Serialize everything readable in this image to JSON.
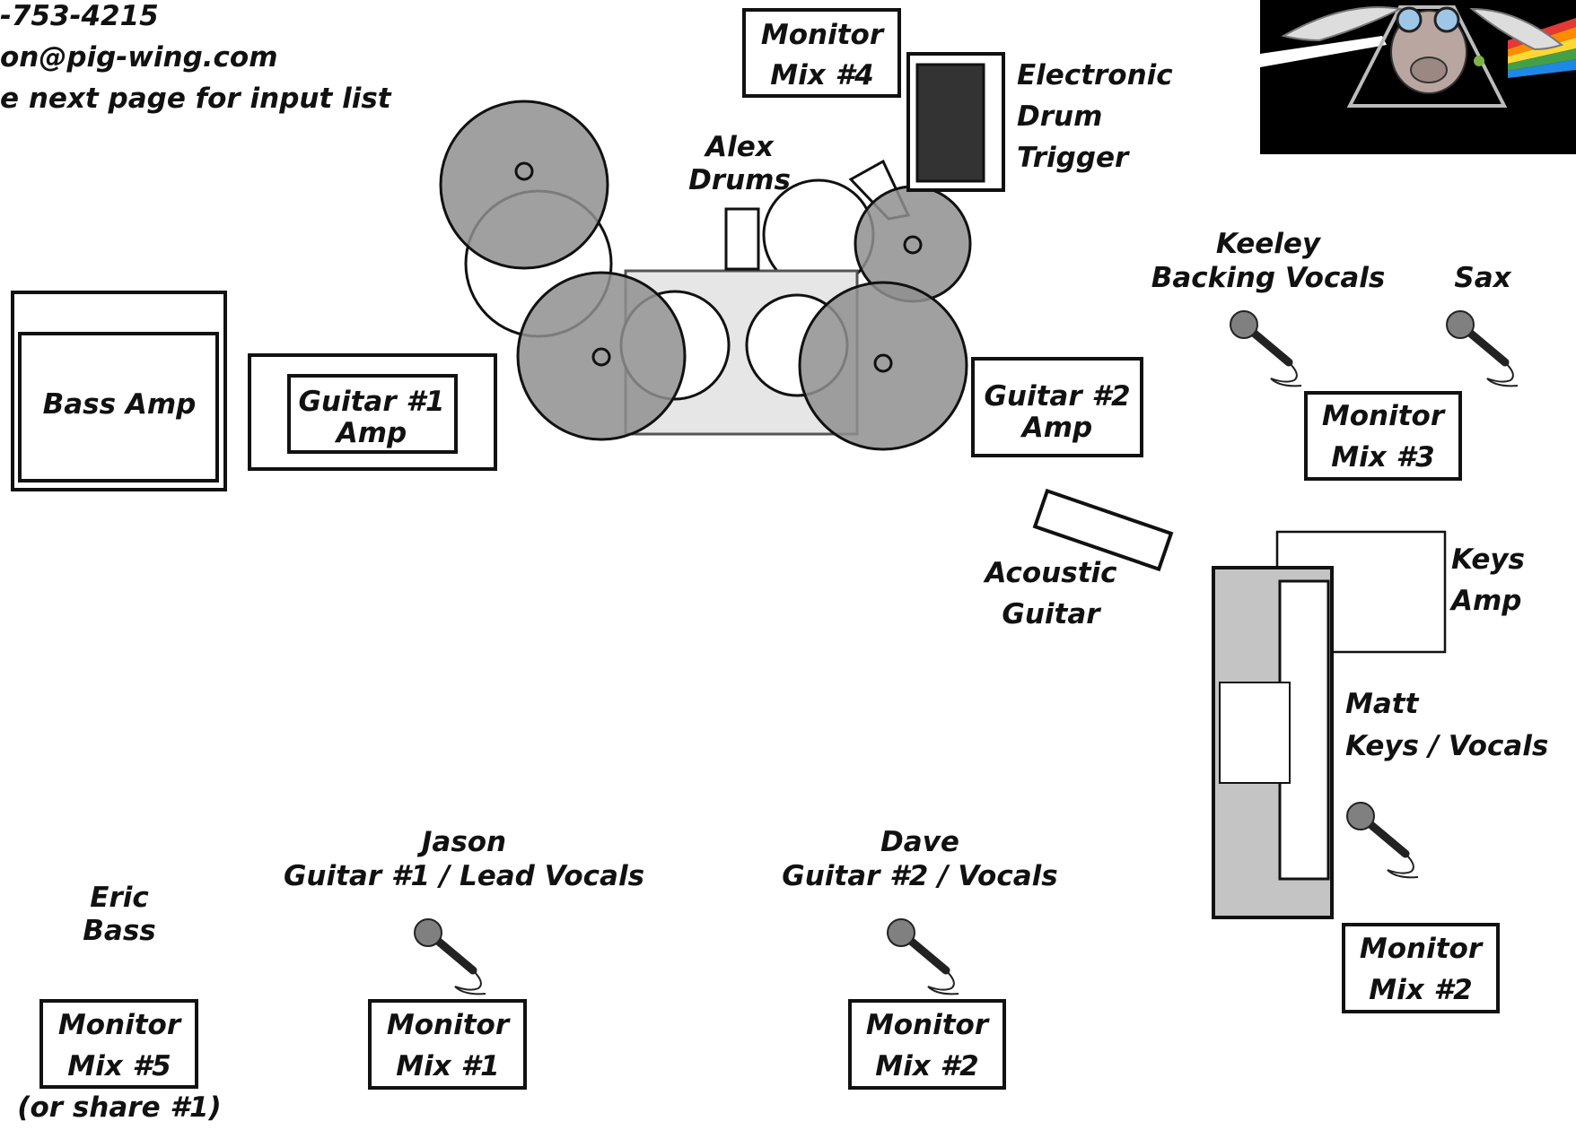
{
  "contact": {
    "phone": "-753-4215",
    "email": "on@pig-wing.com",
    "note": "e next page for input list"
  },
  "drums": {
    "name": "Alex",
    "role": "Drums",
    "trigger_line1": "Electronic",
    "trigger_line2": "Drum",
    "trigger_line3": "Trigger"
  },
  "amps": {
    "bass": "Bass Amp",
    "guitar1_line1": "Guitar #1",
    "guitar1_line2": "Amp",
    "guitar2_line1": "Guitar #2",
    "guitar2_line2": "Amp",
    "keys_line1": "Keys",
    "keys_line2": "Amp"
  },
  "instruments": {
    "acoustic_line1": "Acoustic",
    "acoustic_line2": "Guitar"
  },
  "performers": {
    "keeley_name": "Keeley",
    "keeley_role": "Backing Vocals",
    "sax": "Sax",
    "matt_name": "Matt",
    "matt_role": "Keys / Vocals",
    "eric_name": "Eric",
    "eric_role": "Bass",
    "jason_name": "Jason",
    "jason_role": "Guitar #1 / Lead Vocals",
    "dave_name": "Dave",
    "dave_role": "Guitar #2 / Vocals"
  },
  "monitors": {
    "word": "Monitor",
    "mix4": "Mix #4",
    "mix3": "Mix #3",
    "mix2_keys": "Mix #2",
    "mix5": "Mix #5",
    "mix5_note": "(or share #1)",
    "mix1": "Mix #1",
    "mix2_dave": "Mix #2"
  },
  "colors": {
    "outline": "#111111",
    "drum_shell": "#8f8f8f",
    "drum_kick": "#e6e6e6",
    "keyboard": "#c4c4c4",
    "trigger_pad": "#333333",
    "mic": "#808080"
  }
}
